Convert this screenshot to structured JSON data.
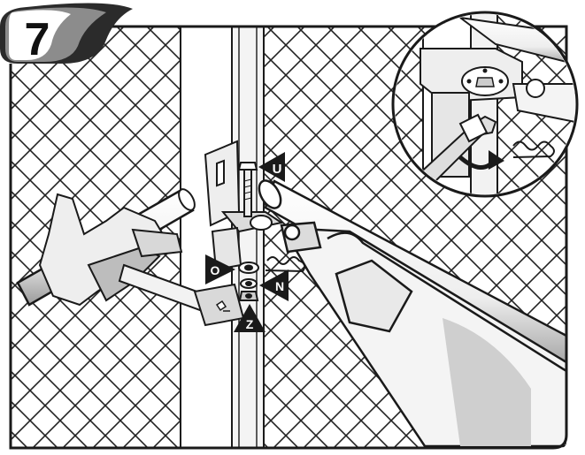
{
  "step": {
    "number": "7"
  },
  "labels": {
    "u": "U",
    "o": "O",
    "n": "N",
    "z": "Z"
  },
  "colors": {
    "ink": "#1a1a1a",
    "paper": "#ffffff",
    "hatch": "#222222",
    "shade": "#9a9a9a",
    "light_shade": "#d0d0d0",
    "badge_dark": "#2b2b2b",
    "badge_mid": "#8c8c8c"
  }
}
